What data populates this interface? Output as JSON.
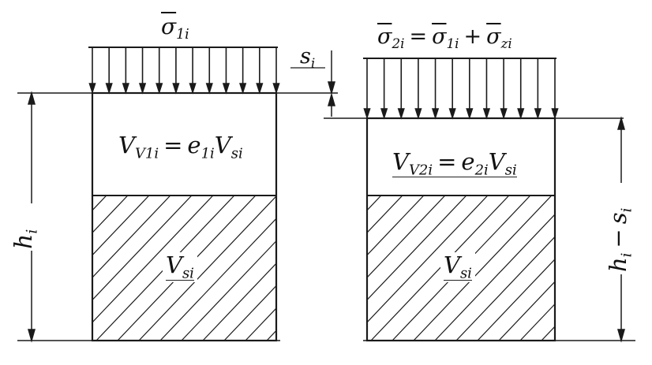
{
  "left_column": {
    "load_label": {
      "sym": "σ",
      "sub": "1i"
    },
    "void_label": {
      "lhs": "V",
      "lhs_sub": "V1i",
      "eq": "=",
      "e": "e",
      "e_sub": "1i",
      "v": "V",
      "v_sub": "si"
    },
    "solid_label": {
      "sym": "V",
      "sub": "si"
    },
    "height_label": {
      "sym": "h",
      "sub": "i"
    }
  },
  "right_column": {
    "load_label": {
      "a": "σ",
      "a_sub": "2i",
      "eq": "=",
      "b": "σ",
      "b_sub": "1i",
      "plus": "+",
      "c": "σ",
      "c_sub": "zi"
    },
    "settlement_label": {
      "sym": "s",
      "sub": "i"
    },
    "void_label": {
      "lhs": "V",
      "lhs_sub": "V2i",
      "eq": "=",
      "e": "e",
      "e_sub": "2i",
      "v": "V",
      "v_sub": "si"
    },
    "solid_label": {
      "sym": "V",
      "sub": "si"
    },
    "height_label": {
      "h": "h",
      "h_sub": "i",
      "minus": "−",
      "s": "s",
      "s_sub": "i"
    }
  },
  "colors": {
    "line": "#1a1a1a",
    "background": "#ffffff"
  }
}
